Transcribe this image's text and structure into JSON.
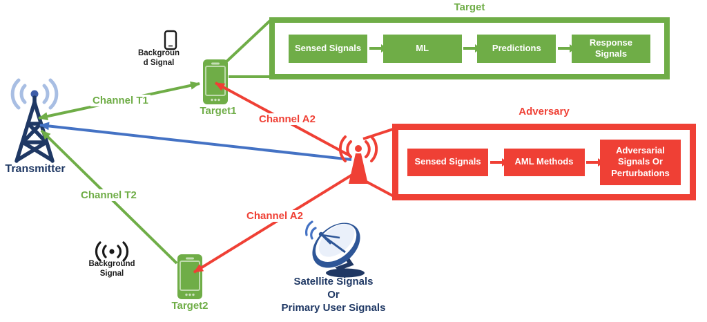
{
  "transmitter": {
    "label": "Transmitter"
  },
  "targets": {
    "target1": "Target1",
    "target2": "Target2"
  },
  "channels": {
    "t1": "Channel T1",
    "t2": "Channel T2",
    "a2_top": "Channel A2",
    "a2_bottom": "Channel A2"
  },
  "background_signal_top": {
    "line1": "Backgroun",
    "line2": "d Signal"
  },
  "background_signal_bottom": {
    "line1": "Background",
    "line2": "Signal"
  },
  "satellite": {
    "line1": "Satellite Signals",
    "line2": "Or",
    "line3": "Primary User Signals"
  },
  "target_pipeline": {
    "title": "Target",
    "steps": [
      "Sensed Signals",
      "ML",
      "Predictions",
      "Response Signals"
    ]
  },
  "adversary_pipeline": {
    "title": "Adversary",
    "steps": [
      "Sensed Signals",
      "AML Methods",
      "Adversarial Signals Or Perturbations"
    ]
  },
  "icons": [
    "transmitter-tower-icon",
    "radio-waves-icon",
    "target1-phone-icon",
    "target2-phone-icon",
    "adversary-antenna-icon",
    "satellite-dish-icon",
    "broadcast-signal-icon",
    "phone-outline-icon"
  ],
  "colors": {
    "green": "#6FAD47",
    "red": "#EF4035",
    "blue": "#4472C4",
    "navy": "#1F3864",
    "light_blue": "#A8BEE3",
    "dish_dark_blue": "#2E5697",
    "dish_mid_blue": "#5B82C4",
    "icon_black": "#1A1A1A"
  }
}
